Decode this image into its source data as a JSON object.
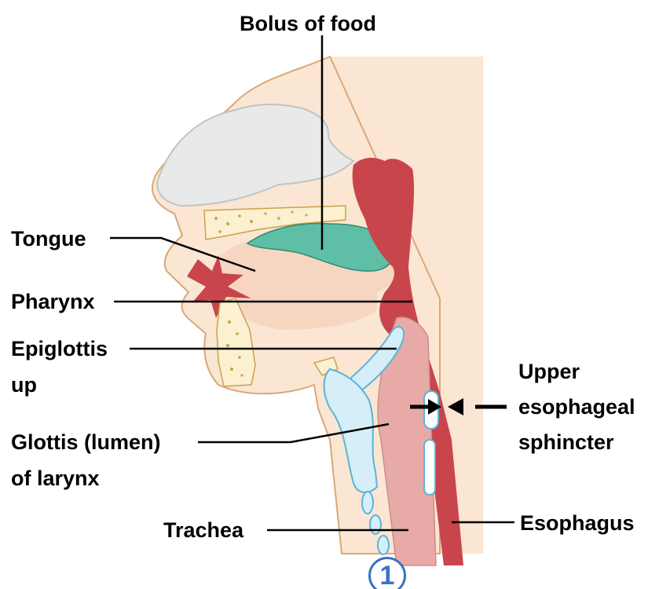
{
  "labels": {
    "bolus": "Bolus of food",
    "tongue": "Tongue",
    "pharynx": "Pharynx",
    "epiglottis_line1": "Epiglottis",
    "epiglottis_line2": "up",
    "glottis_line1": "Glottis (lumen)",
    "glottis_line2": "of larynx",
    "trachea": "Trachea",
    "upper_line1": "Upper",
    "upper_line2": "esophageal",
    "upper_line3": "sphincter",
    "esophagus": "Esophagus"
  },
  "step_number": "1",
  "colors": {
    "skin": "#fbe6d3",
    "outline": "#d9a878",
    "nasal": "#e8eaea",
    "bone": "#fbf0cf",
    "bone_dots": "#c9a24a",
    "muscle": "#c9454c",
    "bolus": "#5fbfa6",
    "larynx": "#e8aaa7",
    "cartilage": "#5bb4d8",
    "badge": "#3a73c4"
  }
}
